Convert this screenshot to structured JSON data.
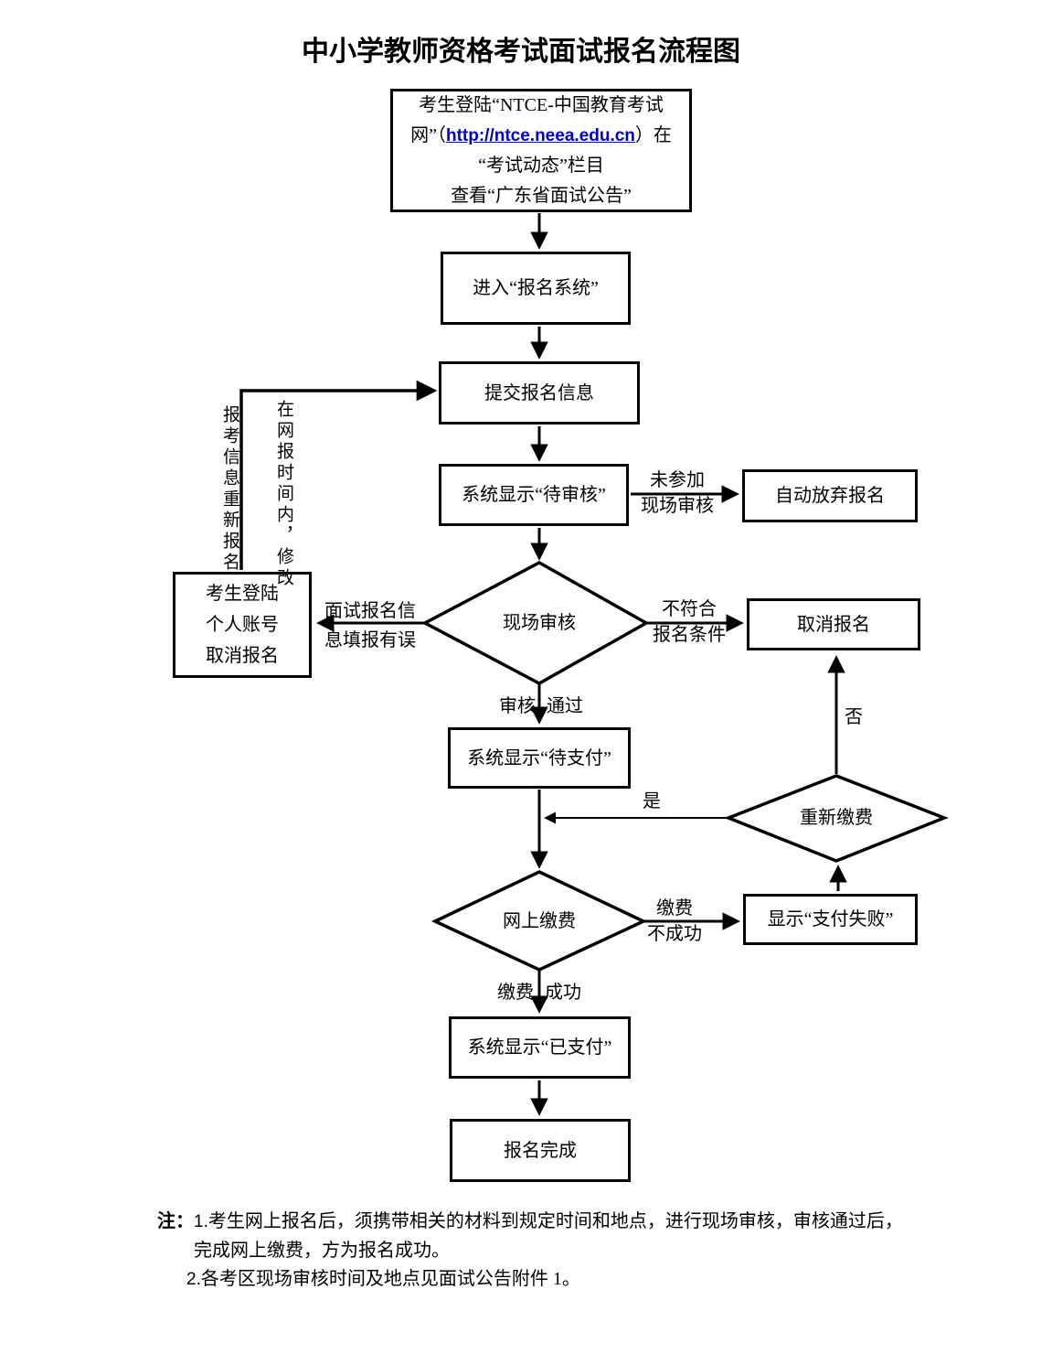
{
  "title": "中小学教师资格考试面试报名流程图",
  "link_color": "#0000CC",
  "nodes": {
    "login": {
      "line1": "考生登陆“NTCE-中国教育考试",
      "line2_pre": "网”（",
      "url": "http://ntce.neea.edu.cn",
      "line2_post": "）在",
      "line3": "“考试动态”栏目",
      "line4": "查看“广东省面试公告”"
    },
    "enter_system": "进入“报名系统”",
    "submit_info": "提交报名信息",
    "pending_review": "系统显示“待审核”",
    "auto_abandon": "自动放弃报名",
    "cancel_login": {
      "line1": "考生登陆",
      "line2": "个人账号",
      "line3": "取消报名"
    },
    "onsite_review": "现场审核",
    "cancel_reg": "取消报名",
    "pending_pay": "系统显示“待支付”",
    "repay": "重新缴费",
    "online_pay": "网上缴费",
    "pay_fail": "显示“支付失败”",
    "paid": "系统显示“已支付”",
    "done": "报名完成"
  },
  "edge_labels": {
    "not_attended_1": "未参加",
    "not_attended_2": "现场审核",
    "info_error_1": "面试报名信",
    "info_error_2": "息填报有误",
    "not_qualified_1": "不符合",
    "not_qualified_2": "报名条件",
    "review_passed": "审核 通过",
    "yes": "是",
    "no": "否",
    "pay_fail_1": "缴费",
    "pay_fail_2": "不成功",
    "pay_success": "缴费 成功",
    "modify_note_right": "在网报时间内，修改",
    "modify_note_left": "报考信息重新报名"
  },
  "notes": {
    "prefix": "注：",
    "item1_no": "1.",
    "item1_line1": "考生网上报名后，须携带相关的材料到规定时间和地点，进行现场审核，审核通过后，",
    "item1_line2": "完成网上缴费，方为报名成功。",
    "item2_no": "2.",
    "item2_text": "各考区现场审核时间及地点见面试公告附件 1。"
  }
}
